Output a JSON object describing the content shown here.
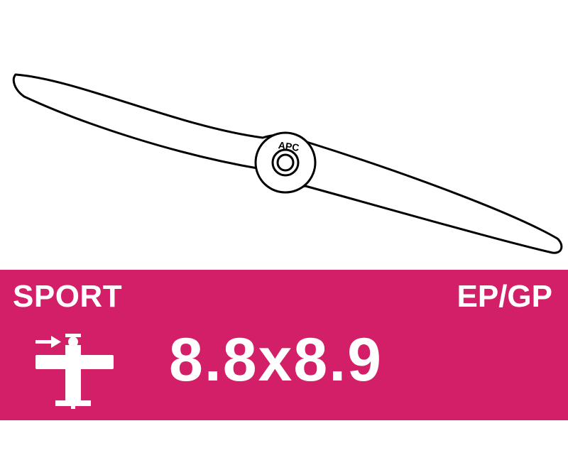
{
  "logo": {
    "brand_text": "APC"
  },
  "banner": {
    "category": "SPORT",
    "power_type": "EP/GP",
    "size": "8.8x8.9",
    "background_color": "#d31f68",
    "text_color": "#ffffff"
  },
  "icons": {
    "propeller": "propeller-illustration",
    "airplane": "airplane-icon"
  }
}
